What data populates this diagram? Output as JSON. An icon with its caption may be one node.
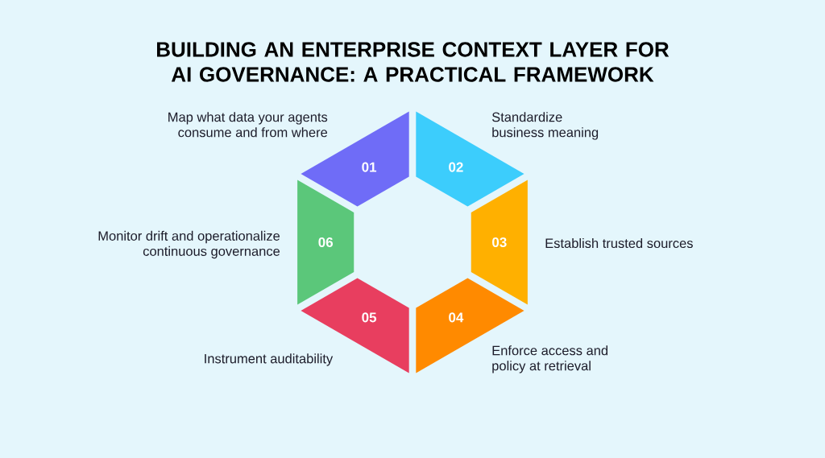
{
  "diagram": {
    "title": "BUILDING AN ENTERPRISE CONTEXT LAYER FOR AI GOVERNANCE: A PRACTICAL FRAMEWORK",
    "nodes": [
      {
        "text": [
          "01"
        ],
        "beside": [
          "Map what data your agents consume and from where"
        ]
      },
      {
        "text": [
          "02"
        ],
        "beside": [
          "Standardize business meaning"
        ]
      },
      {
        "text": [
          "03"
        ],
        "beside": [
          "Establish trusted sources"
        ]
      },
      {
        "text": [
          "04"
        ],
        "beside": [
          "Enforce access and policy at retrieval"
        ]
      },
      {
        "text": [
          "05"
        ],
        "beside": [
          "Instrument auditability"
        ]
      },
      {
        "text": [
          "06"
        ],
        "beside": [
          "Monitor drift and operationalize continuous governance"
        ]
      }
    ]
  }
}
